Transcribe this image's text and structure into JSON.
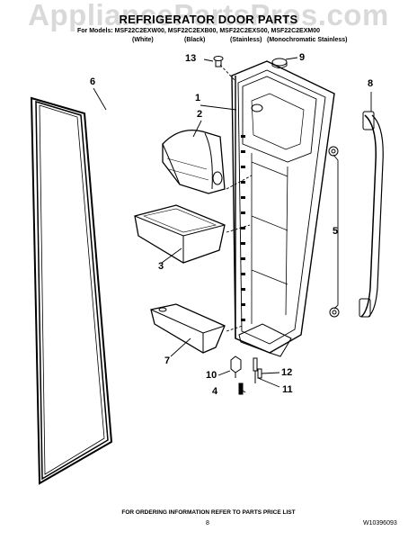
{
  "watermark": "AppliancePartsPros.com",
  "title": "REFRIGERATOR DOOR PARTS",
  "models_line": "For Models: MSF22C2EXW00, MSF22C2EXB00, MSF22C2EXS00, MSF22C2EXM00",
  "colors": [
    "(White)",
    "(Black)",
    "(Stainless)",
    "(Monochromatic Stainless)"
  ],
  "callouts": [
    "1",
    "2",
    "3",
    "4",
    "5",
    "6",
    "7",
    "8",
    "9",
    "10",
    "11",
    "12",
    "13"
  ],
  "footer": "FOR ORDERING INFORMATION REFER TO PARTS PRICE LIST",
  "page_number": "8",
  "document_number": "W10396093"
}
